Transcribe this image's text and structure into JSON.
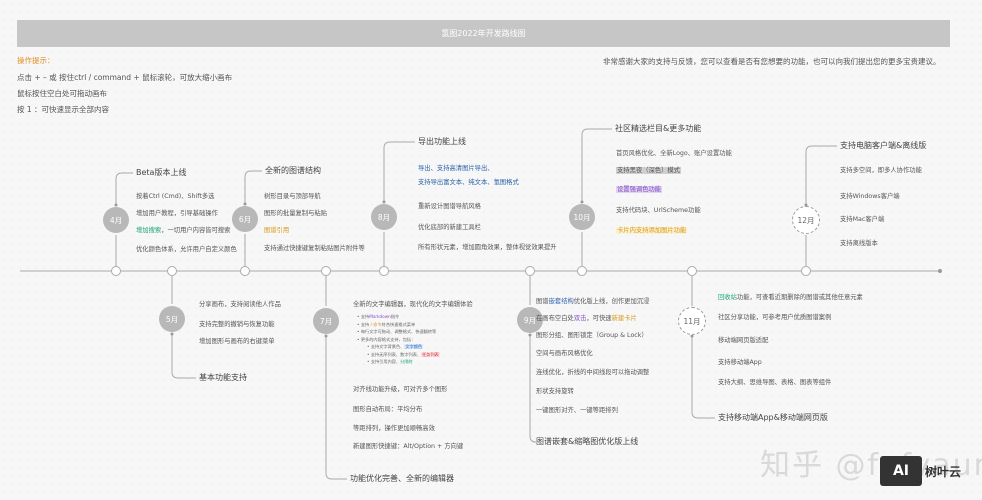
{
  "title": "氢图2022年开发路线图",
  "hints": {
    "heading": "操作提示：",
    "lines": [
      "点击 + – 或 按住ctrl / command + 鼠标滚轮，可放大缩小画布",
      "鼠标按住空白处可拖动画布",
      "按 1 ：可快速显示全部内容"
    ]
  },
  "thanks": "非常感谢大家的支持与反馈，您可以查看是否有您想要的功能，也可以向我们提出您的更多宝贵建议。",
  "colors": {
    "line": "#aaaaaa",
    "circle": "#b8b8b8",
    "hint_heading": "#e0902a"
  },
  "milestones": [
    {
      "month": "4月",
      "title": "Beta版本上线",
      "items": [
        [
          {
            "text": "按着Ctrl (Cmd)、Shift多选"
          }
        ],
        [
          {
            "text": "增加用户教程，引导基础操作"
          }
        ],
        [
          {
            "text": "增加搜索",
            "color": "#1aa37a"
          },
          {
            "text": "，一切用户内容皆可搜索"
          }
        ],
        [
          {
            "text": "优化颜色体系，允许用户自定义颜色"
          }
        ]
      ]
    },
    {
      "month": "5月",
      "title": "基本功能支持",
      "items": [
        [
          {
            "text": "分享画布，支持阅读他人作品"
          }
        ],
        [
          {
            "text": "支持完整的撤销与恢复功能"
          }
        ],
        [
          {
            "text": "增加图形与画布的右键菜单"
          }
        ]
      ]
    },
    {
      "month": "6月",
      "title": "全新的图谱结构",
      "items": [
        [
          {
            "text": "树形目录与顶部导航"
          }
        ],
        [
          {
            "text": "图形的批量复制与粘贴"
          }
        ],
        [
          {
            "text": "图谱引用",
            "color": "#d89a1c"
          }
        ],
        [
          {
            "text": "支持通过快捷键复制粘贴图片附件等"
          }
        ]
      ]
    },
    {
      "month": "7月",
      "title": "功能优化完善、全新的编辑器",
      "items": [
        [
          {
            "text": "全新的文字编辑器，现代化的文字编辑体验"
          }
        ],
        [
          {
            "text": "对齐线功能升级，可对齐多个图形"
          }
        ],
        [
          {
            "text": "图形自动布局：平均分布"
          }
        ],
        [
          {
            "text": "等距排列，操作更加顺畅高效"
          }
        ],
        [
          {
            "text": "新建图形快捷键：Alt/Option + 方向键"
          }
        ]
      ],
      "sublist": [
        {
          "level": 1,
          "segs": [
            {
              "text": "支持"
            },
            {
              "text": "Markdown",
              "color": "#8a4fc8"
            },
            {
              "text": "指令"
            }
          ]
        },
        {
          "level": 1,
          "segs": [
            {
              "text": "支持 "
            },
            {
              "text": "/ 命令",
              "color": "#e0902a"
            },
            {
              "text": "符合快速格式菜单"
            }
          ]
        },
        {
          "level": 1,
          "segs": [
            {
              "text": "每行文字可拖动、调整格式、快速翻转等"
            }
          ]
        },
        {
          "level": 1,
          "segs": [
            {
              "text": "更多的内容格式支持，包括："
            }
          ]
        },
        {
          "level": 2,
          "segs": [
            {
              "text": "支持文字背景色、"
            },
            {
              "text": "文字颜色",
              "color": "#1b5fb8",
              "bg": "#dbe8fa"
            }
          ]
        },
        {
          "level": 2,
          "segs": [
            {
              "text": "支持无序列表、数字列表、"
            },
            {
              "text": "任务列表",
              "color": "#d0303a",
              "bg": "#fbe0e2"
            }
          ]
        },
        {
          "level": 2,
          "segs": [
            {
              "text": "支持引用内容、"
            },
            {
              "text": "分隔符",
              "color": "#1aa37a"
            }
          ]
        }
      ]
    },
    {
      "month": "8月",
      "title": "导出功能上线",
      "items": [
        [
          {
            "text": "导出、支持高清图片导出、",
            "color": "#2a5fa8"
          }
        ],
        [
          {
            "text": "支持导出富文本、纯文本、氢图格式",
            "color": "#2a5fa8"
          }
        ],
        [
          {
            "text": "重新设计图谱导航风格"
          }
        ],
        [
          {
            "text": "优化底部的新建工具栏"
          }
        ],
        [
          {
            "text": "所有形状元素，增加圆角效果，整体视觉效果提升"
          }
        ]
      ]
    },
    {
      "month": "9月",
      "title": "图谱嵌套&缩略图优化版上线",
      "items": [
        [
          {
            "text": "图谱"
          },
          {
            "text": "嵌套结构",
            "color": "#2a5fa8"
          },
          {
            "text": "优化版上线，创作更加沉浸"
          }
        ],
        [
          {
            "text": "在画布空白处"
          },
          {
            "text": "双击",
            "color": "#8a4fc8"
          },
          {
            "text": "，可快速"
          },
          {
            "text": "新建卡片",
            "color": "#d89a1c"
          }
        ],
        [
          {
            "text": "图形分组、图形锁定（Group & Lock）"
          }
        ],
        [
          {
            "text": "空间与画布风格优化"
          }
        ],
        [
          {
            "text": "连线优化，折线的中间线段可以拖动调整"
          }
        ],
        [
          {
            "text": "形状支持旋转"
          }
        ],
        [
          {
            "text": "一键图形对齐、一键等距排列"
          }
        ]
      ]
    },
    {
      "month": "10月",
      "title": "社区精选栏目&更多功能",
      "items": [
        [
          {
            "text": "首页风格优化、全新Logo、账户设置功能"
          }
        ],
        [
          {
            "text": "支持黑夜（深色）模式",
            "bg": "#cfcfcf"
          }
        ],
        [
          {
            "text": "设置强调色功能",
            "color": "#7a4fb8",
            "bg": "#e3d2f5"
          }
        ],
        [
          {
            "text": "支持代码块、UrlScheme功能"
          }
        ],
        [
          {
            "text": "卡片内支持添加图片功能",
            "color": "#d89a1c",
            "bg": "#fbf0d0"
          }
        ]
      ]
    },
    {
      "month": "11月",
      "title": "支持移动端App&移动端网页版",
      "dashed": true,
      "items": [
        [
          {
            "text": "回收站",
            "color": "#1aa37a"
          },
          {
            "text": "功能，可查看近期删除的图谱或其他任意元素"
          }
        ],
        [
          {
            "text": "社区分享功能，可参考用户优质图谱案例"
          }
        ],
        [
          {
            "text": "移动端网页版适配"
          }
        ],
        [
          {
            "text": "支持移动端App"
          }
        ],
        [
          {
            "text": "支持大纲、思维导图、表格、图表等组件"
          }
        ]
      ]
    },
    {
      "month": "12月",
      "title": "支持电脑客户端&离线版",
      "dashed": true,
      "items": [
        [
          {
            "text": "支持多空间，即多人协作功能"
          }
        ],
        [
          {
            "text": "支持Windows客户端"
          }
        ],
        [
          {
            "text": "支持Mac客户端"
          }
        ],
        [
          {
            "text": "支持离线版本"
          }
        ]
      ]
    }
  ],
  "watermark": "知乎 @fofyaun",
  "badge": {
    "logo": "AI",
    "name": "树叶云"
  }
}
